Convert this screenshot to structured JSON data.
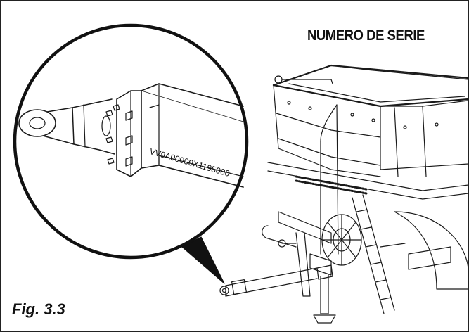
{
  "figure": {
    "title": "NUMERO DE SERIE",
    "serial_number": "VV9A00000X1195000",
    "caption": "Fig. 3.3"
  },
  "colors": {
    "line": "#1a1a1a",
    "paper": "#ffffff"
  }
}
